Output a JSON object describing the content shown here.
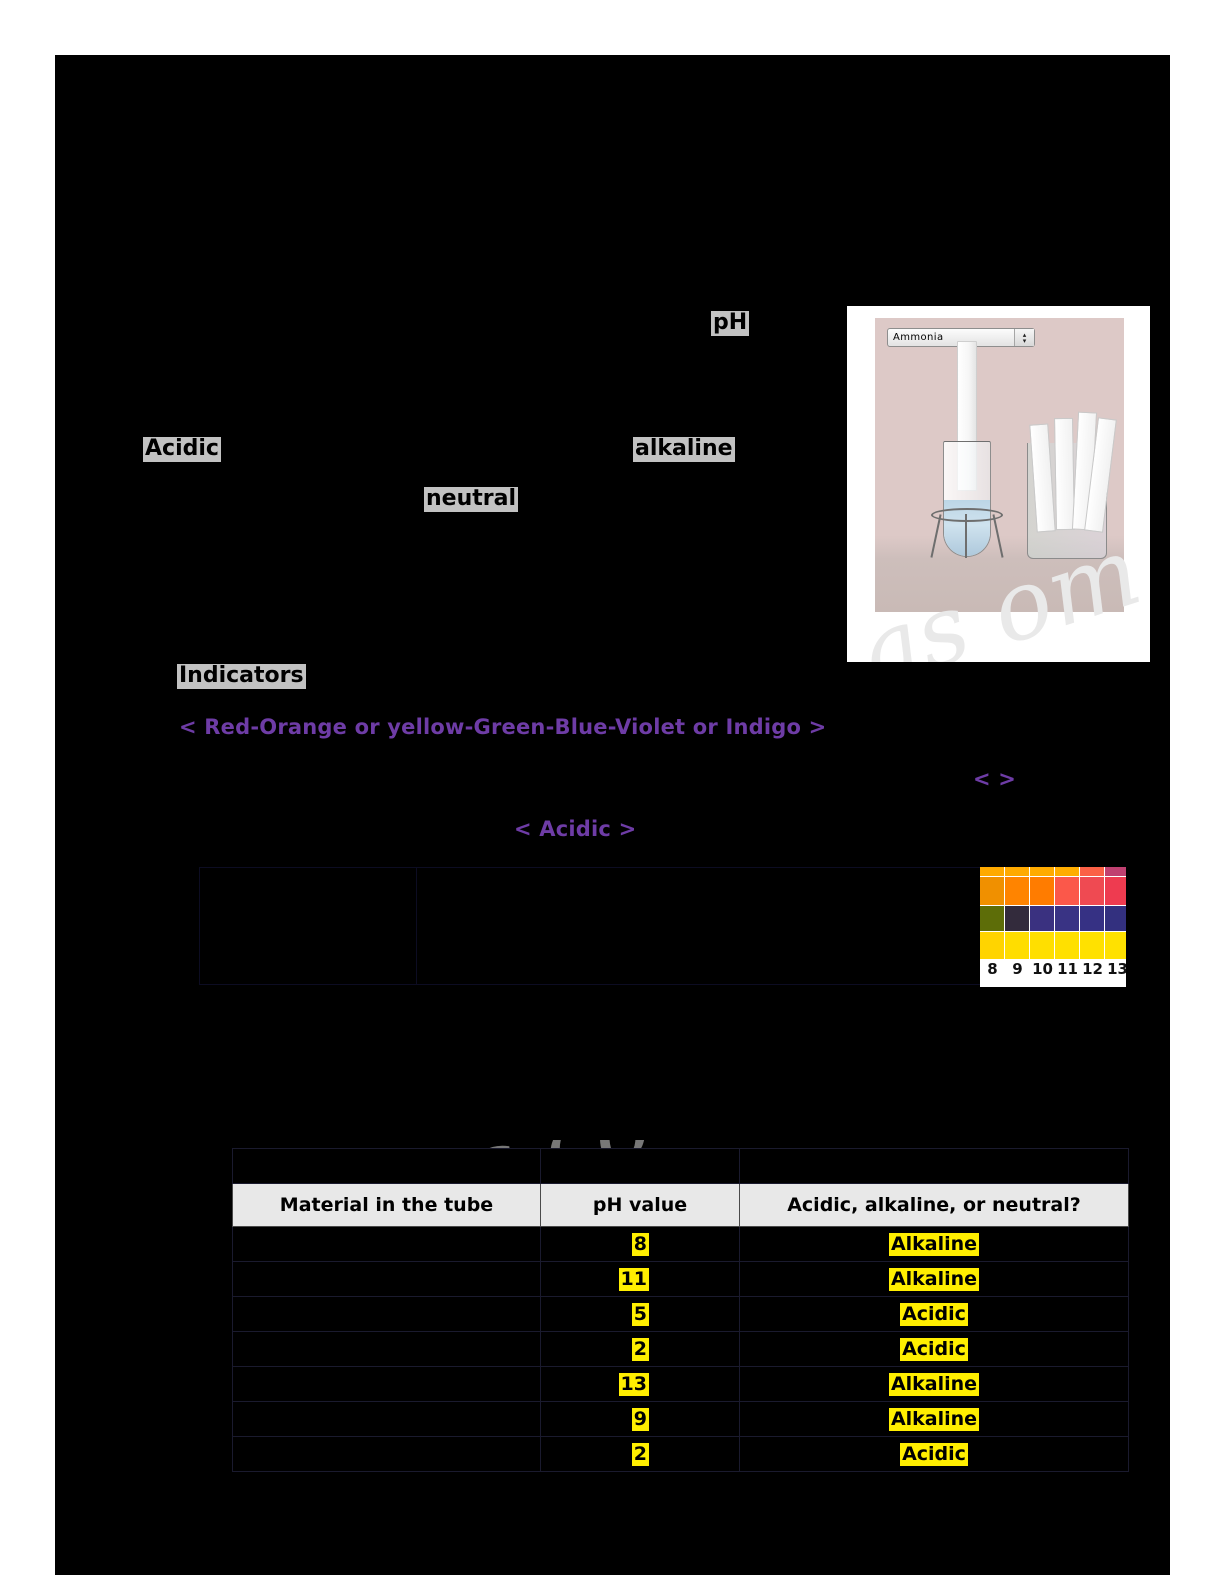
{
  "page": {
    "background": "#ffffff",
    "sheet_color": "#000000"
  },
  "labels": {
    "ph": "pH",
    "acidic": "Acidic",
    "alkaline": "alkaline",
    "neutral": "neutral",
    "indicators": "Indicators"
  },
  "answers": {
    "rainbow": "< Red-Orange or yellow-Green-Blue-Violet or Indigo >",
    "angle_brackets": "<  >",
    "acidic_answer": "< Acidic >"
  },
  "simulation": {
    "dropdown_value": "Ammonia",
    "stepper_up": "▴",
    "stepper_down": "▾"
  },
  "ph_chart": {
    "numbers": [
      "8",
      "9",
      "10",
      "11",
      "12",
      "13"
    ],
    "rows": [
      [
        "#ffaa00",
        "#ffaa00",
        "#ffab00",
        "#ffad00",
        "#fb6146",
        "#c04070"
      ],
      [
        "#f09000",
        "#ff8400",
        "#ff7c00",
        "#fb584a",
        "#ef4a52",
        "#ee3b50"
      ],
      [
        "#5d6d08",
        "#332b3c",
        "#3a3180",
        "#393384",
        "#363184",
        "#33307f"
      ],
      [
        "#ffd400",
        "#ffdd00",
        "#ffdf00",
        "#ffe000",
        "#ffe100",
        "#ffe100"
      ]
    ]
  },
  "results_table": {
    "headers": [
      "Material in the tube",
      "pH value",
      "Acidic, alkaline, or neutral?"
    ],
    "rows": [
      {
        "material": "",
        "ph": "8",
        "classification": "Alkaline"
      },
      {
        "material": "",
        "ph": "11",
        "classification": "Alkaline"
      },
      {
        "material": "",
        "ph": "5",
        "classification": "Acidic"
      },
      {
        "material": "",
        "ph": "2",
        "classification": "Acidic"
      },
      {
        "material": "",
        "ph": "13",
        "classification": "Alkaline"
      },
      {
        "material": "",
        "ph": "9",
        "classification": "Alkaline"
      },
      {
        "material": "",
        "ph": "2",
        "classification": "Acidic"
      }
    ]
  },
  "watermark": {
    "figure_text": "as      om",
    "table_text": "Thi     ss.co"
  }
}
